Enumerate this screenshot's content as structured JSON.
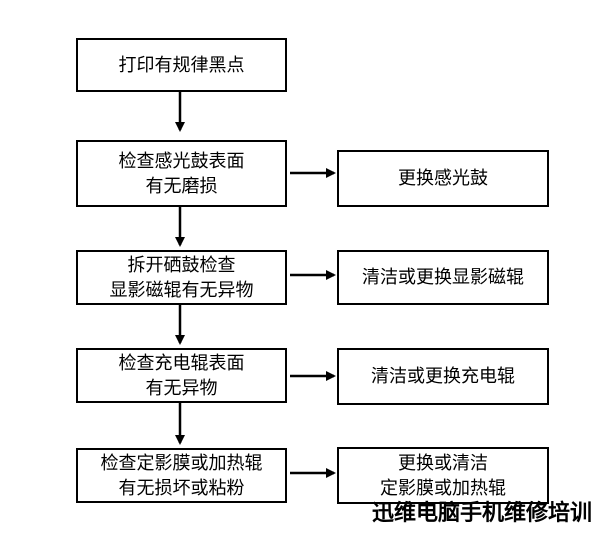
{
  "steps": [
    {
      "lines": [
        "打印有规律黑点"
      ]
    },
    {
      "lines": [
        "检查感光鼓表面",
        "有无磨损"
      ]
    },
    {
      "lines": [
        "拆开硒鼓检查",
        "显影磁辊有无异物"
      ]
    },
    {
      "lines": [
        "检查充电辊表面",
        "有无异物"
      ]
    },
    {
      "lines": [
        "检查定影膜或加热辊",
        "有无损坏或粘粉"
      ]
    }
  ],
  "actions": [
    {
      "lines": [
        "更换感光鼓"
      ]
    },
    {
      "lines": [
        "清洁或更换显影磁辊"
      ]
    },
    {
      "lines": [
        "清洁或更换充电辊"
      ]
    },
    {
      "lines": [
        "更换或清洁",
        "定影膜或加热辊"
      ]
    }
  ],
  "watermark": "迅维电脑手机维修培训"
}
